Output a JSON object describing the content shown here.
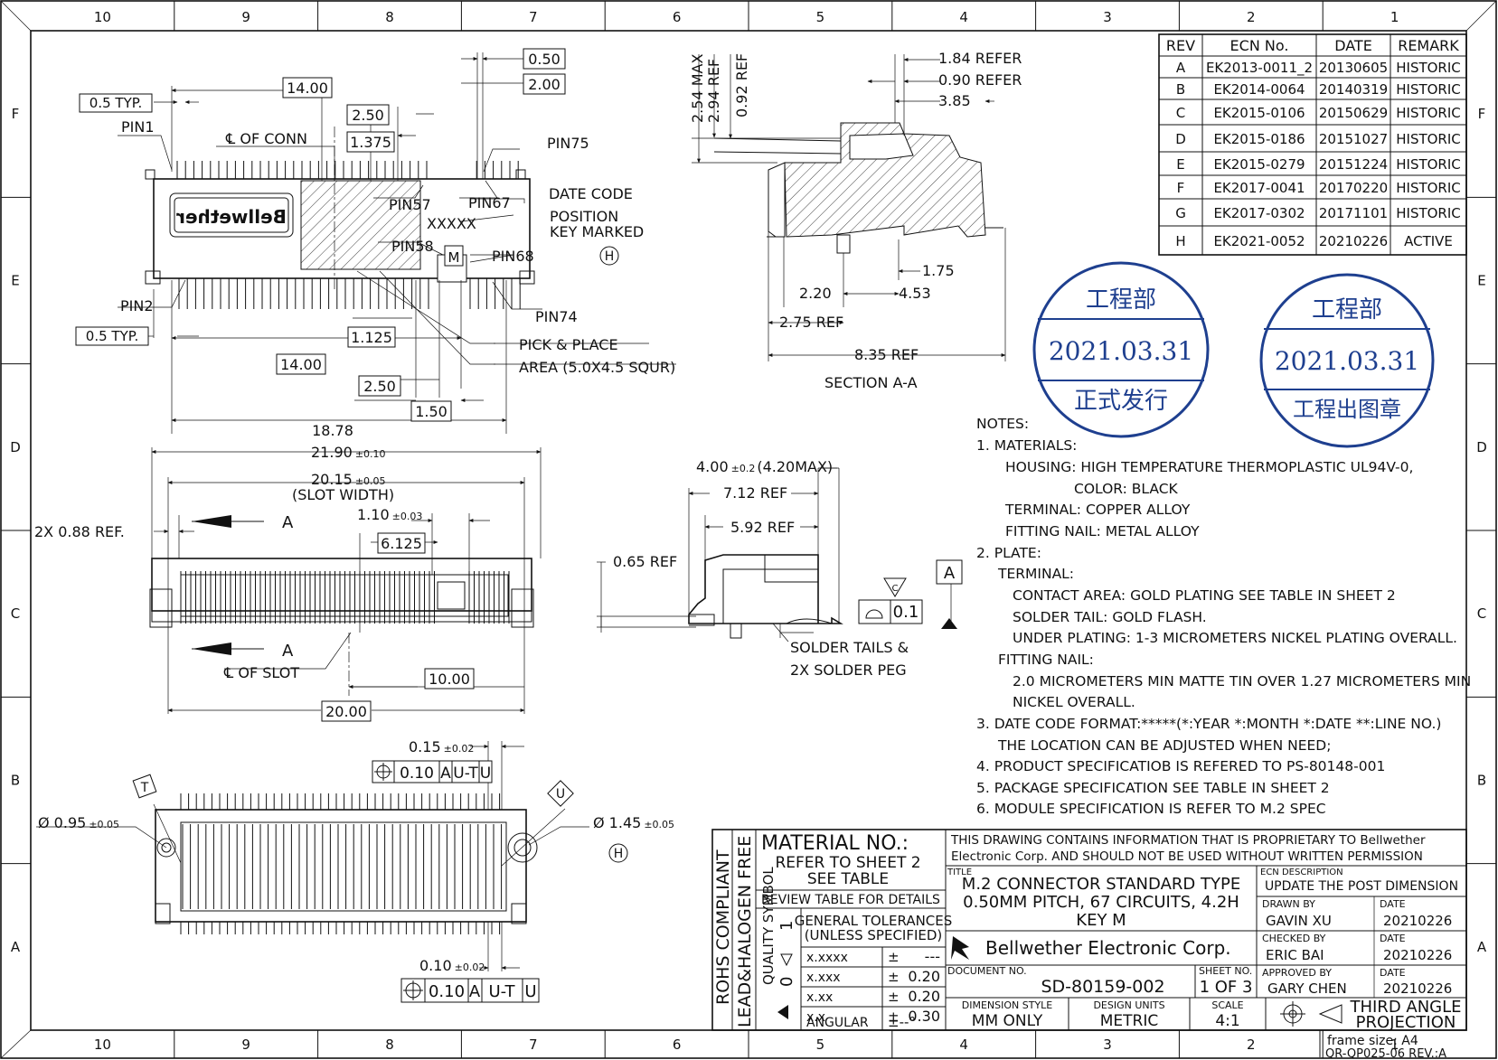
{
  "zones": {
    "columns": [
      "10",
      "9",
      "8",
      "7",
      "6",
      "5",
      "4",
      "3",
      "2",
      "1"
    ],
    "rows": [
      "F",
      "E",
      "D",
      "C",
      "B",
      "A"
    ]
  },
  "revisions": {
    "headers": [
      "REV",
      "ECN No.",
      "DATE",
      "REMARK"
    ],
    "rows": [
      [
        "A",
        "EK2013-0011_2",
        "20130605",
        "HISTORIC"
      ],
      [
        "B",
        "EK2014-0064",
        "20140319",
        "HISTORIC"
      ],
      [
        "C",
        "EK2015-0106",
        "20150629",
        "HISTORIC"
      ],
      [
        "D",
        "EK2015-0186",
        "20151027",
        "HISTORIC"
      ],
      [
        "E",
        "EK2015-0279",
        "20151224",
        "HISTORIC"
      ],
      [
        "F",
        "EK2017-0041",
        "20170220",
        "HISTORIC"
      ],
      [
        "G",
        "EK2017-0302",
        "20171101",
        "HISTORIC"
      ],
      [
        "H",
        "EK2021-0052",
        "20210226",
        "ACTIVE"
      ]
    ]
  },
  "stamps": [
    {
      "top": "工程部",
      "date": "2021.03.31",
      "bottom": "正式发行"
    },
    {
      "top": "工程部",
      "date": "2021.03.31",
      "bottom": "工程出图章"
    }
  ],
  "top_view": {
    "brand_mirrored": "Bellwether",
    "dims": {
      "d050": "0.50",
      "d200": "2.00",
      "d1400": "14.00",
      "d250": "2.50",
      "d1375": "1.375",
      "d1125": "1.125",
      "d1400b": "14.00",
      "d250b": "2.50",
      "d150": "1.50",
      "d1878": "18.78"
    },
    "typ_top": "0.5 TYP.",
    "typ_bottom": "0.5 TYP.",
    "pin1": "PIN1",
    "pin2": "PIN2",
    "pin57": "PIN57",
    "pin58": "PIN58",
    "pin67": "PIN67",
    "pin68": "PIN68",
    "pin74": "PIN74",
    "pin75": "PIN75",
    "cl_conn": "℄ OF CONN",
    "date_code": "DATE CODE",
    "xxxxx": "XXXXX",
    "position_key": "POSITION",
    "key_marked": "KEY MARKED",
    "key_m": "M",
    "circle_h": "H",
    "pick1": "PICK & PLACE",
    "pick2": "AREA (5.0X4.5 SQUR)"
  },
  "section_view": {
    "d254": "2.54 MAX",
    "d294": "2.94 REF",
    "d092": "0.92 REF",
    "d184": "1.84 REFER",
    "d090": "0.90 REFER",
    "d385": "3.85",
    "d175": "1.75",
    "d220": "2.20",
    "d453": "4.53",
    "d275": "2.75 REF",
    "d835": "8.35 REF",
    "label": "SECTION A-A"
  },
  "front_view": {
    "d2190": "21.90",
    "t2190": "±0.10",
    "d2015": "20.15",
    "t2015": "±0.05",
    "slot_width": "(SLOT WIDTH)",
    "d088": "2X 0.88 REF.",
    "d110": "1.10",
    "t110": "±0.03",
    "d6125": "6.125",
    "a_top": "A",
    "a_bottom": "A",
    "cl_slot": "℄ OF SLOT",
    "d1000": "10.00",
    "d2000": "20.00"
  },
  "side_view": {
    "d400": "4.00",
    "t400": "±0.2",
    "d400max": "(4.20MAX)",
    "d712": "7.12 REF",
    "d592": "5.92 REF",
    "d065": "0.65 REF",
    "flat_val": "0.1",
    "datum": "A",
    "sym_c": "C",
    "solder1": "SOLDER TAILS &",
    "solder2": "2X SOLDER PEG"
  },
  "bottom_view": {
    "d015": "0.15",
    "t015": "±0.02",
    "fcf_top": [
      "0.10",
      "A",
      "U-T",
      "U"
    ],
    "d010": "0.10",
    "t010": "±0.02",
    "fcf_bottom": [
      "0.10",
      "A",
      "U-T",
      "U"
    ],
    "d095": "Ø 0.95",
    "t095": "±0.05",
    "d145": "Ø 1.45",
    "t145": "±0.05",
    "datum_t": "T",
    "datum_u": "U",
    "circle_h": "H"
  },
  "notes": [
    "NOTES:",
    "1. MATERIALS:",
    "HOUSING: HIGH TEMPERATURE THERMOPLASTIC UL94V-0,",
    "COLOR: BLACK",
    "TERMINAL: COPPER ALLOY",
    "FITTING NAIL: METAL ALLOY",
    "2. PLATE:",
    "TERMINAL:",
    "CONTACT AREA: GOLD PLATING SEE TABLE IN SHEET 2",
    "SOLDER TAIL: GOLD FLASH.",
    "UNDER PLATING: 1-3 MICROMETERS NICKEL PLATING OVERALL.",
    "FITTING NAIL:",
    "2.0 MICROMETERS MIN MATTE TIN OVER 1.27 MICROMETERS MIN",
    "NICKEL OVERALL.",
    "3. DATE CODE FORMAT:*****(*:YEAR *:MONTH *:DATE **:LINE NO.)",
    "THE LOCATION CAN BE ADJUSTED WHEN NEED;",
    "4. PRODUCT SPECIFICATIOB IS REFERED TO PS-80148-001",
    "5. PACKAGE SPECIFICATION SEE TABLE IN SHEET 2",
    "6. MODULE SPECIFICATION IS REFER TO M.2 SPEC"
  ],
  "title_block": {
    "rohs": "ROHS COMPLIANT",
    "lead": "LEAD&HALOGEN FREE",
    "quality": "QUALITY SYMBOL",
    "q0": "0",
    "q1": "1",
    "material_no": "MATERIAL NO.:",
    "refer1": "REFER TO SHEET 2",
    "refer2": "SEE TABLE",
    "review": "REVIEW TABLE FOR DETAILS",
    "gen_tol1": "GENERAL TOLERANCES",
    "gen_tol2": "(UNLESS SPECIFIED)",
    "tolerances": [
      [
        "x.xxxx",
        "±",
        "---"
      ],
      [
        "x.xxx",
        "±",
        "0.20"
      ],
      [
        "x.xx",
        "±",
        "0.20"
      ],
      [
        "x.x",
        "±",
        "0.30"
      ],
      [
        "ANGULAR",
        "±--°",
        ""
      ]
    ],
    "proprietary1": "THIS DRAWING CONTAINS INFORMATION THAT IS PROPRIETARY TO Bellwether",
    "proprietary2": "Electronic Corp. AND SHOULD NOT BE USED WITHOUT WRITTEN PERMISSION",
    "title_lbl": "TITLE",
    "title1": "M.2 CONNECTOR STANDARD TYPE",
    "title2": "0.50MM PITCH, 67 CIRCUITS, 4.2H",
    "title3": "KEY M",
    "ecn_lbl": "ECN DESCRIPTION",
    "ecn_val": "UPDATE THE POST DIMENSION",
    "drawn_lbl": "DRAWN BY",
    "drawn_val": "GAVIN XU",
    "drawn_date": "20210226",
    "checked_lbl": "CHECKED BY",
    "checked_val": "ERIC BAI",
    "checked_date": "20210226",
    "approved_lbl": "APPROVED BY",
    "approved_val": "GARY CHEN",
    "approved_date": "20210226",
    "date_lbl": "DATE",
    "company": "Bellwether Electronic Corp.",
    "doc_lbl": "DOCUMENT NO.",
    "doc_val": "SD-80159-002",
    "sheet_lbl": "SHEET NO.",
    "sheet_val": "1 OF 3",
    "dimstyle_lbl": "DIMENSION STYLE",
    "dimstyle_val": "MM ONLY",
    "units_lbl": "DESIGN UNITS",
    "units_val": "METRIC",
    "scale_lbl": "SCALE",
    "scale_val": "4:1",
    "projection1": "THIRD ANGLE",
    "projection2": "PROJECTION",
    "frame_size": "frame size: A4",
    "form_no": "QR-QP025-06 REV.:A"
  }
}
